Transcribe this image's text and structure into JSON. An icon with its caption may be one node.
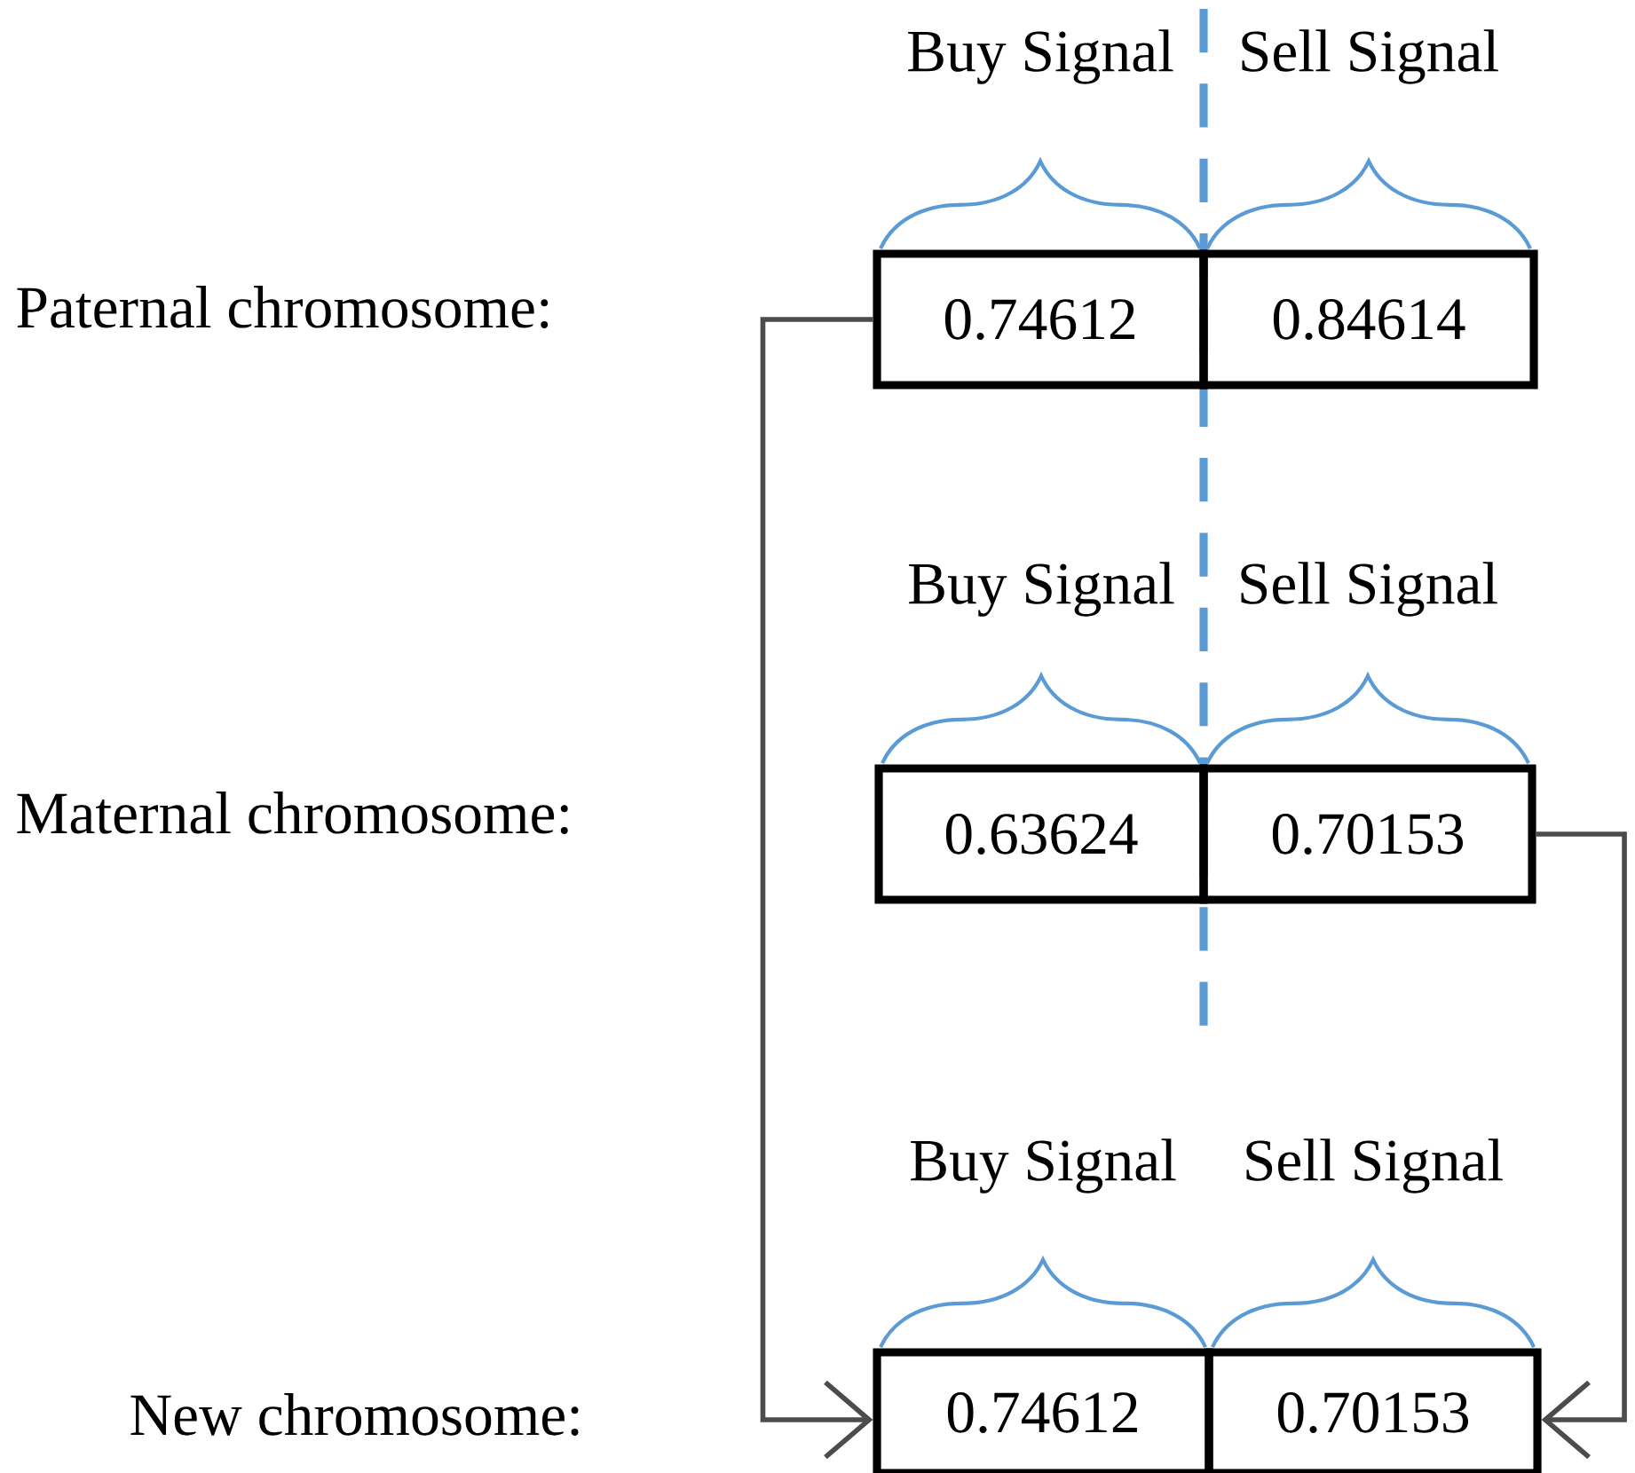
{
  "diagram": {
    "nodes": [
      {
        "text": [
          "0.74612"
        ],
        "beside": [
          "Buy Signal"
        ]
      },
      {
        "text": [
          "0.84614"
        ],
        "beside": [
          "Sell Signal"
        ]
      },
      {
        "text": [
          "0.63624"
        ],
        "beside": [
          "Buy Signal"
        ]
      },
      {
        "text": [
          "0.70153"
        ],
        "beside": [
          "Sell Signal"
        ]
      },
      {
        "text": [
          "0.74612"
        ],
        "beside": [
          "Buy Signal"
        ]
      },
      {
        "text": [
          "0.70153"
        ],
        "beside": [
          "Sell Signal"
        ]
      }
    ],
    "edges": [
      {
        "from": 0,
        "to": 4,
        "arrow": "to"
      },
      {
        "from": 3,
        "to": 5,
        "arrow": "to"
      }
    ],
    "labels": [
      "Paternal chromosome:",
      "Maternal chromosome:",
      "New chromosome:"
    ]
  }
}
